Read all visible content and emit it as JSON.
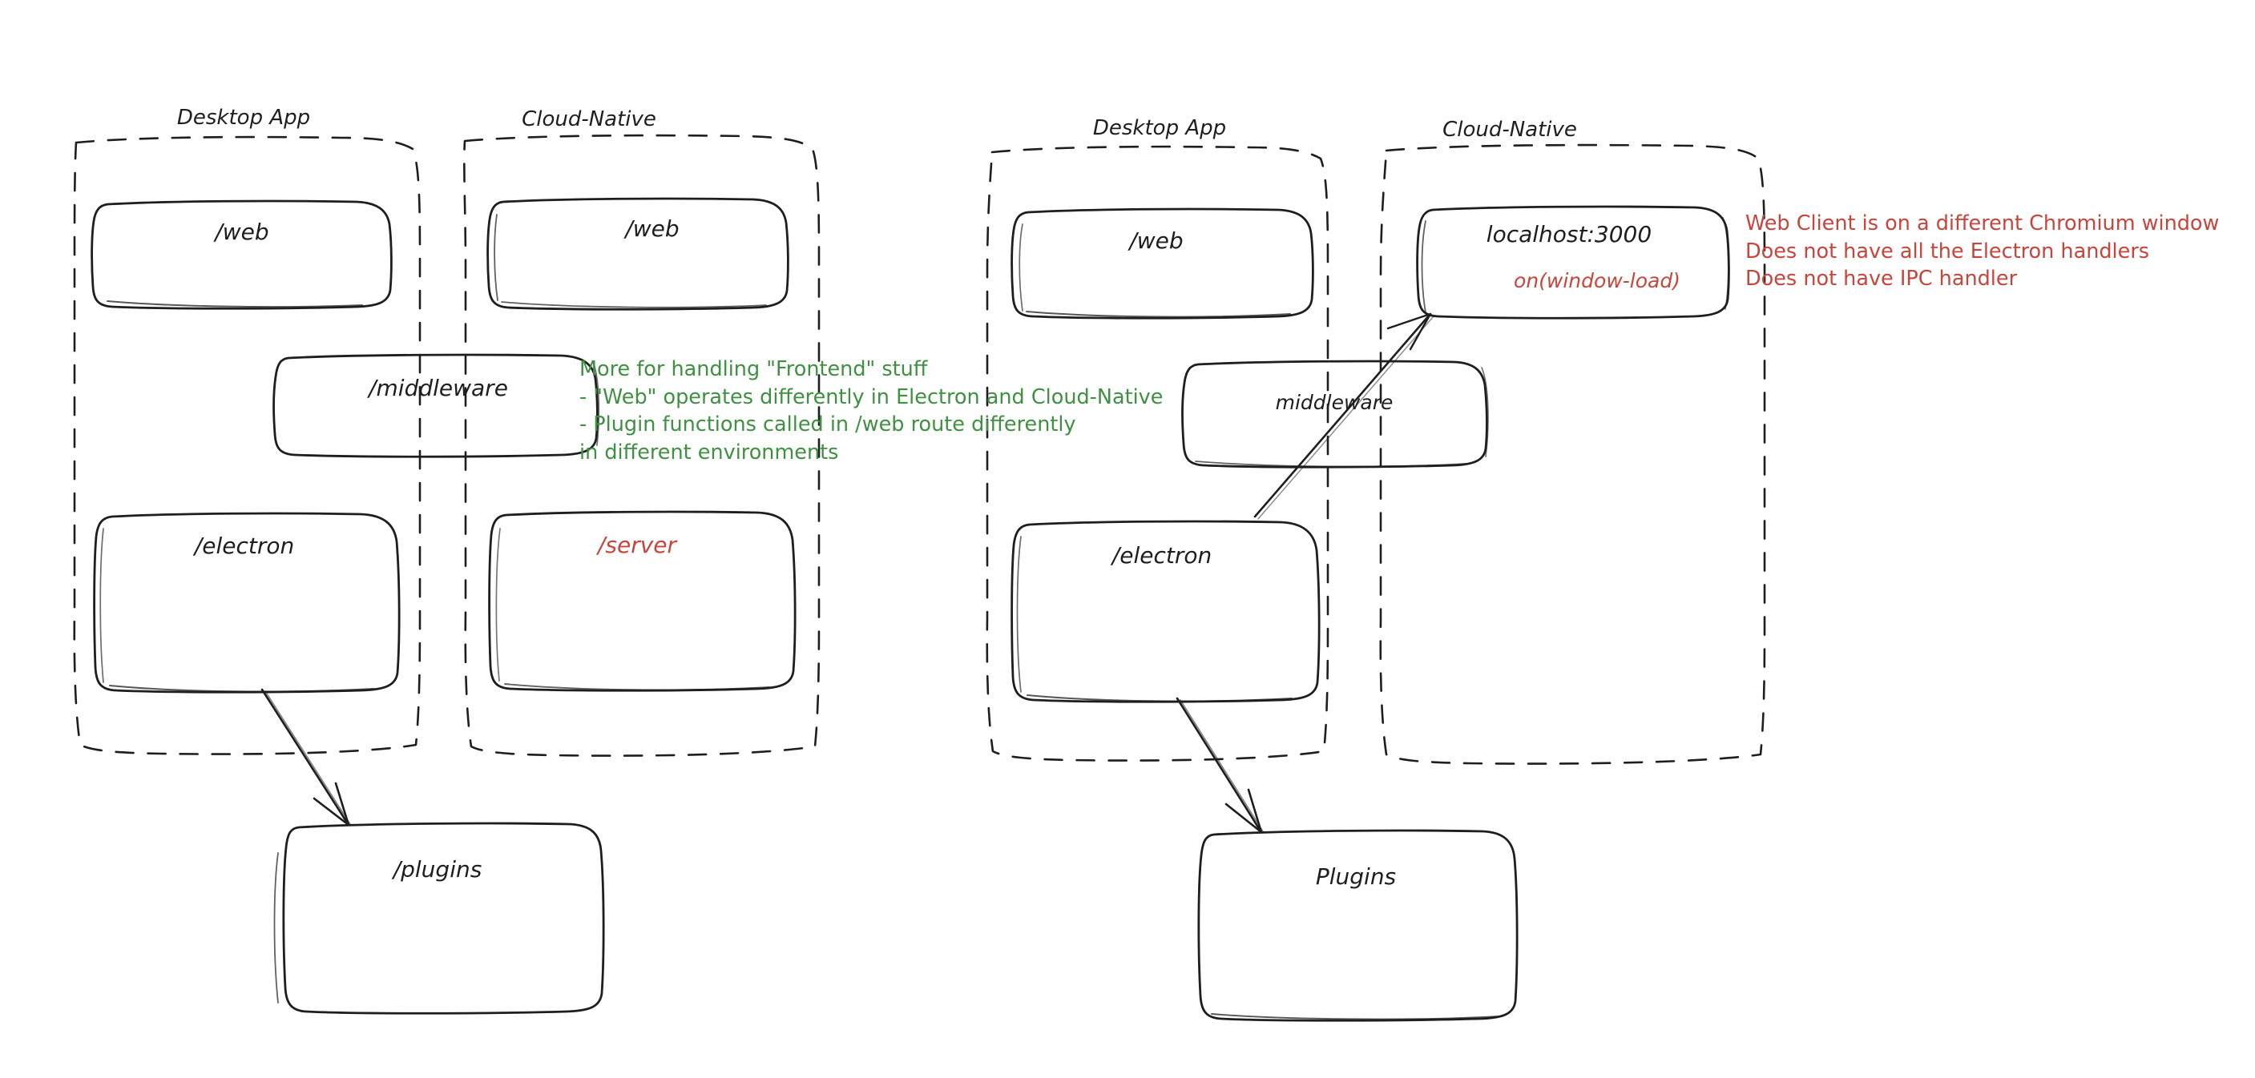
{
  "diagram": {
    "title": "Desktop App vs Cloud-Native architecture sketch",
    "style": "hand-drawn",
    "background": "#ffffff",
    "colors": {
      "stroke": "#1e1e1e",
      "text": "#1e1e1e",
      "green": "#3f9142",
      "red": "#c9443a"
    }
  },
  "left_diagram": {
    "groups": [
      {
        "id": "left-desktop-app",
        "label": "Desktop App"
      },
      {
        "id": "left-cloud-native",
        "label": "Cloud-Native"
      }
    ],
    "boxes": [
      {
        "id": "left-desktop-web",
        "label": "/web",
        "color": "#1e1e1e"
      },
      {
        "id": "left-cloud-web",
        "label": "/web",
        "color": "#1e1e1e"
      },
      {
        "id": "left-middleware",
        "label": "/middleware",
        "color": "#1e1e1e"
      },
      {
        "id": "left-electron",
        "label": "/electron",
        "color": "#1e1e1e"
      },
      {
        "id": "left-server",
        "label": "/server",
        "color": "#c9443a"
      },
      {
        "id": "left-plugins",
        "label": "/plugins",
        "color": "#1e1e1e"
      }
    ],
    "arrows": [
      {
        "from": "left-electron",
        "to": "left-plugins"
      }
    ],
    "annotation_green": {
      "color": "#3f9142",
      "lines": [
        "More for handling \"Frontend\" stuff",
        "- \"Web\" operates differently in Electron and Cloud-Native",
        "- Plugin functions called in /web route differently",
        "in different environments"
      ]
    }
  },
  "right_diagram": {
    "groups": [
      {
        "id": "right-desktop-app",
        "label": "Desktop App"
      },
      {
        "id": "right-cloud-native",
        "label": "Cloud-Native"
      }
    ],
    "boxes": [
      {
        "id": "right-desktop-web",
        "label": "/web",
        "color": "#1e1e1e"
      },
      {
        "id": "right-localhost",
        "label": "localhost:3000",
        "sublabel": "on(window-load)",
        "color": "#1e1e1e",
        "sublabel_color": "#c9443a"
      },
      {
        "id": "right-middleware",
        "label": "middleware",
        "color": "#1e1e1e"
      },
      {
        "id": "right-electron",
        "label": "/electron",
        "color": "#1e1e1e"
      },
      {
        "id": "right-plugins",
        "label": "Plugins",
        "color": "#1e1e1e"
      }
    ],
    "arrows": [
      {
        "from": "right-electron",
        "to": "right-localhost"
      },
      {
        "from": "right-electron",
        "to": "right-plugins"
      }
    ],
    "annotation_red": {
      "color": "#c9443a",
      "lines": [
        "Web Client is on a different Chromium window",
        "Does not have all the Electron handlers",
        "Does not have IPC handler"
      ]
    }
  }
}
